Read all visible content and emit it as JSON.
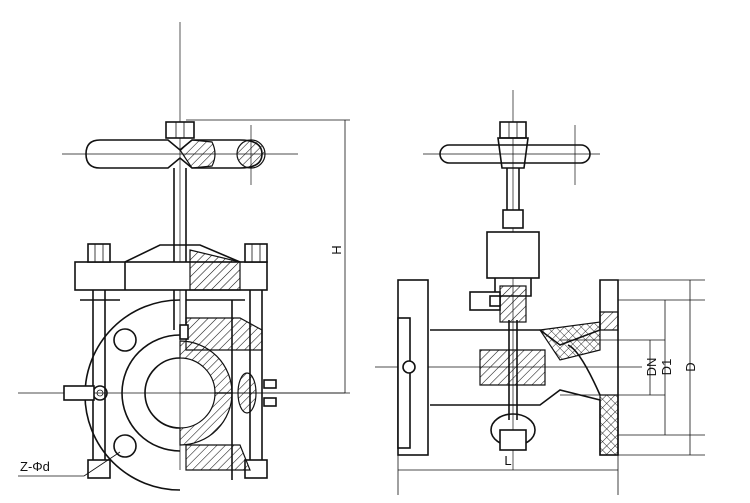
{
  "labels": {
    "height": "H",
    "length": "L",
    "dn": "DN",
    "d1": "D1",
    "d": "D",
    "bolts": "Z-Φd"
  }
}
